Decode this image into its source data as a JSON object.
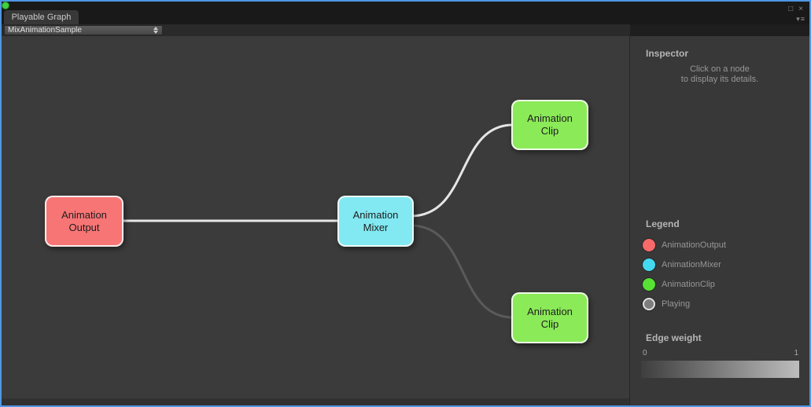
{
  "window": {
    "tab_title": "Playable Graph",
    "status_dot_color": "#3fd13f",
    "controls": {
      "panel_button": "□",
      "close_button": "×",
      "menu_arrow": "▾",
      "menu_lines": "≡"
    }
  },
  "toolbar": {
    "graph_selector_value": "MixAnimationSample"
  },
  "graph": {
    "nodes": [
      {
        "id": "animation-output",
        "line1": "Animation",
        "line2": "Output",
        "color": "#f87575"
      },
      {
        "id": "animation-mixer",
        "line1": "Animation",
        "line2": "Mixer",
        "color": "#82e9f2"
      },
      {
        "id": "animation-clip-top",
        "line1": "Animation",
        "line2": "Clip",
        "color": "#8bea58"
      },
      {
        "id": "animation-clip-bottom",
        "line1": "Animation",
        "line2": "Clip",
        "color": "#8bea58"
      }
    ],
    "edges": [
      {
        "from": "animation-output",
        "to": "animation-mixer",
        "color": "#e6e6e6"
      },
      {
        "from": "animation-mixer",
        "to": "animation-clip-top",
        "color": "#e6e6e6"
      },
      {
        "from": "animation-mixer",
        "to": "animation-clip-bottom",
        "color": "#5a5a5a"
      }
    ]
  },
  "inspector": {
    "title": "Inspector",
    "hint_line1": "Click on a node",
    "hint_line2": "to display its details.",
    "legend": {
      "title": "Legend",
      "items": [
        {
          "label": "AnimationOutput",
          "color": "#f86a6a"
        },
        {
          "label": "AnimationMixer",
          "color": "#43d9f1"
        },
        {
          "label": "AnimationClip",
          "color": "#57e234"
        },
        {
          "label": "Playing",
          "color": "#7d7d7d"
        }
      ]
    },
    "edge_weight": {
      "title": "Edge weight",
      "min_label": "0",
      "max_label": "1",
      "gradient_start": "#3e3e3e",
      "gradient_end": "#bdbdbd"
    }
  }
}
